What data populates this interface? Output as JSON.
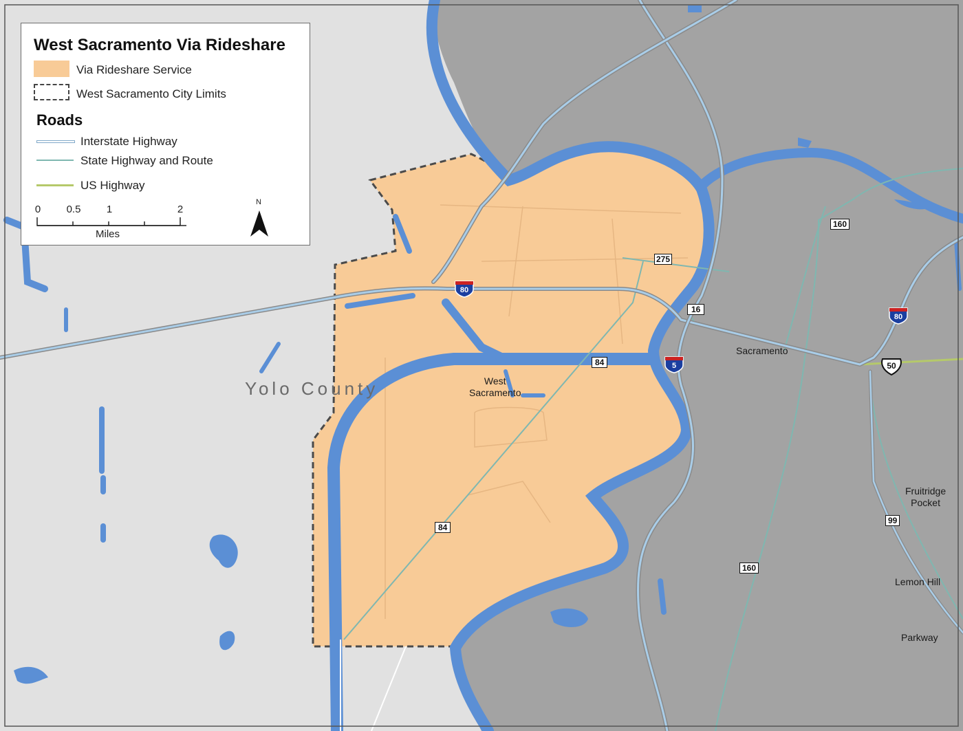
{
  "legend": {
    "title": "West Sacramento Via Rideshare",
    "service_label": "Via Rideshare Service",
    "limits_label": "West Sacramento City Limits",
    "roads_heading": "Roads",
    "roads": [
      {
        "label": "Interstate Highway",
        "color": "#a9cde8"
      },
      {
        "label": "State Highway and Route",
        "color": "#7fb7b0"
      },
      {
        "label": "US Highway",
        "color": "#b5c96a"
      }
    ],
    "scale_labels": [
      "0",
      "0.5",
      "1",
      "2"
    ],
    "scale_unit": "Miles",
    "north_label": "N"
  },
  "colors": {
    "service_area": "#f8cb97",
    "water": "#5b8fd5",
    "land_east": "#a3a3a3",
    "land_west": "#e1e1e1",
    "city_limits": "#4a4a4a"
  },
  "places": {
    "county": "Yolo County",
    "west_sac_line1": "West",
    "west_sac_line2": "Sacramento",
    "sacramento": "Sacramento",
    "fruitridge_line1": "Fruitridge",
    "fruitridge_line2": "Pocket",
    "lemon_hill": "Lemon Hill",
    "parkway": "Parkway"
  },
  "shields": {
    "i80_west": "80",
    "i80_east": "80",
    "i5": "5",
    "us50": "50",
    "sr275": "275",
    "sr16": "16",
    "sr84_north": "84",
    "sr84_south": "84",
    "sr160_north": "160",
    "sr160_south": "160",
    "sr99": "99"
  }
}
